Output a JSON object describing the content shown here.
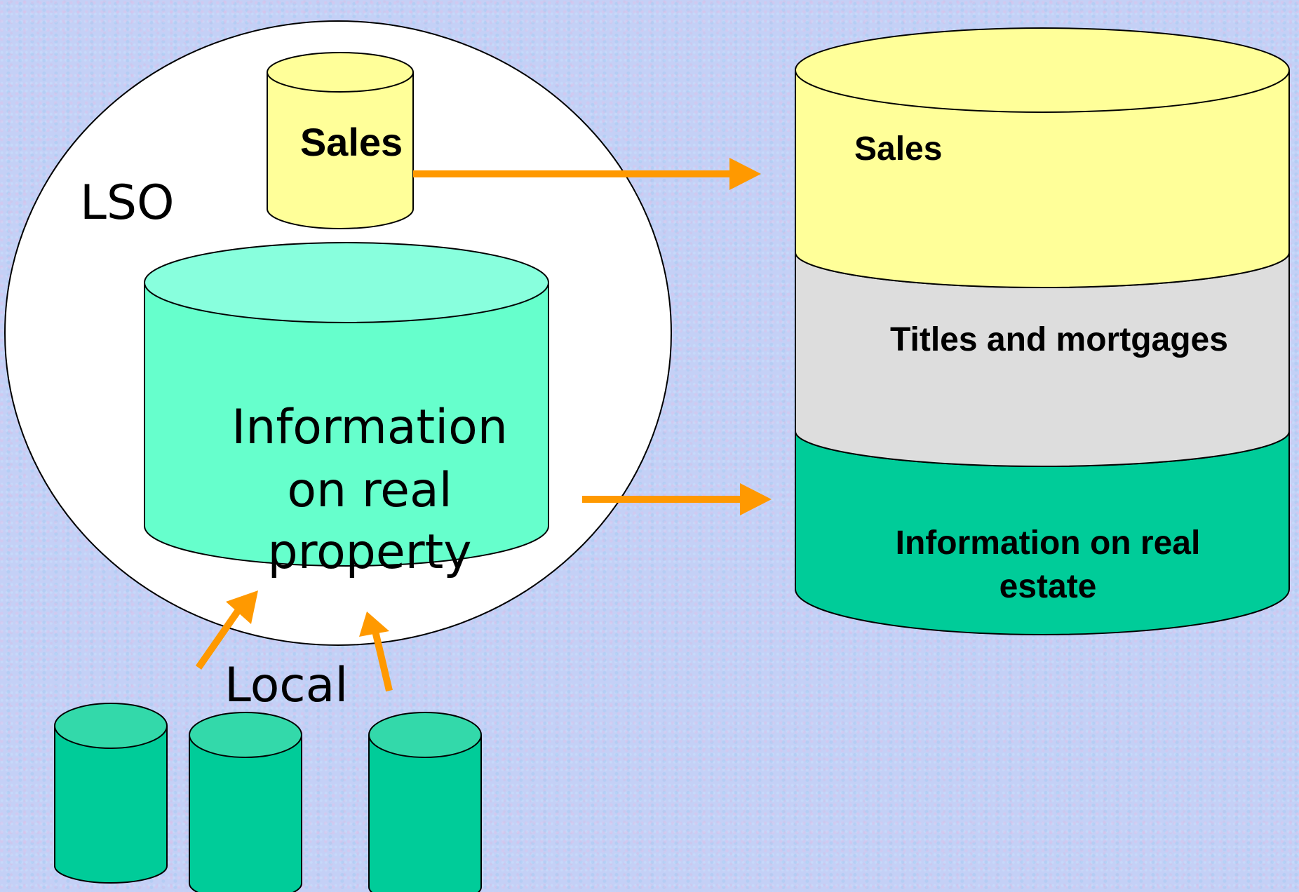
{
  "colors": {
    "sales": "#ffff99",
    "info_local": "#66ffcc",
    "info_central": "#00cc99",
    "titles": "#dddddd",
    "local_db": "#00cc99",
    "arrow": "#ff9900",
    "circle": "#ffffff"
  },
  "lso": {
    "label": "LSO",
    "sales_label": "Sales",
    "info_label_lines": [
      "Information",
      "on real",
      "property"
    ]
  },
  "local": {
    "label": "Local",
    "db_count": 3
  },
  "central": {
    "sales_label": "Sales",
    "titles_label": "Titles and mortgages",
    "info_label_lines": [
      "Information on real",
      "estate"
    ]
  },
  "arrows": [
    {
      "from": "lso-sales",
      "to": "central-sales"
    },
    {
      "from": "lso-info",
      "to": "central-info"
    },
    {
      "from": "local-db-1",
      "to": "lso-info"
    },
    {
      "from": "local-db-3",
      "to": "lso-info"
    }
  ]
}
